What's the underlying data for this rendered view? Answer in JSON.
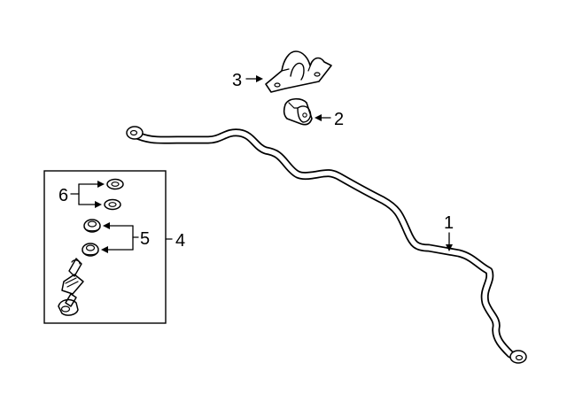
{
  "diagram": {
    "callouts": {
      "c1": "1",
      "c2": "2",
      "c3": "3",
      "c4": "4",
      "c5": "5",
      "c6": "6"
    },
    "parts": [
      "stabilizer-bar",
      "bushing",
      "bushing-bracket",
      "stabilizer-link-kit",
      "link-bushing",
      "link-washer"
    ],
    "colors": {
      "line": "#000000",
      "background": "#ffffff"
    }
  }
}
